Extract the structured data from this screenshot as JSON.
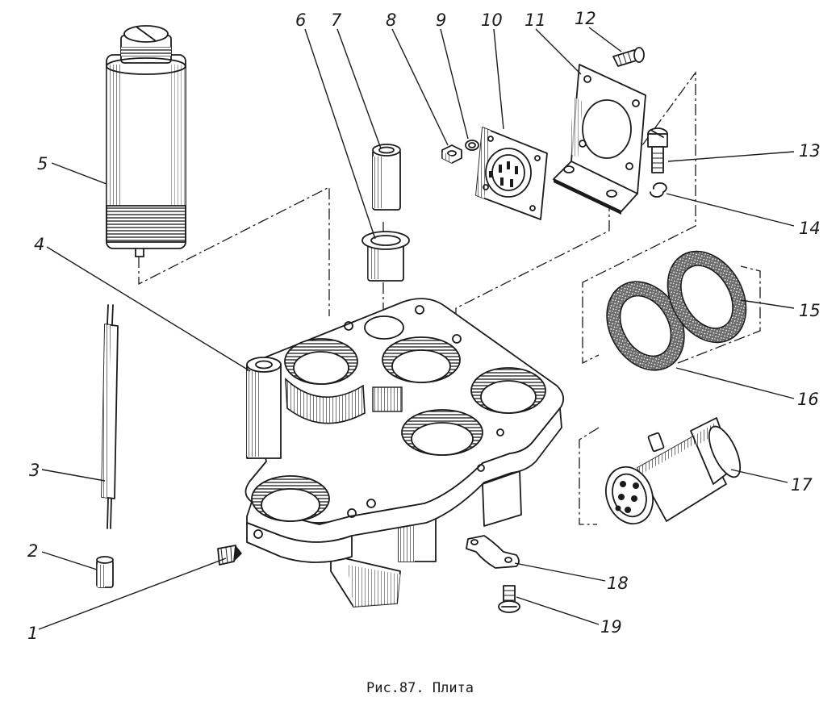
{
  "figure": {
    "caption": "Рис.87. Плита",
    "callouts": [
      {
        "id": "part-1",
        "label": "1"
      },
      {
        "id": "part-2",
        "label": "2"
      },
      {
        "id": "part-3",
        "label": "3"
      },
      {
        "id": "part-4",
        "label": "4"
      },
      {
        "id": "part-5",
        "label": "5"
      },
      {
        "id": "part-6",
        "label": "6"
      },
      {
        "id": "part-7",
        "label": "7"
      },
      {
        "id": "part-8",
        "label": "8"
      },
      {
        "id": "part-9",
        "label": "9"
      },
      {
        "id": "part-10",
        "label": "10"
      },
      {
        "id": "part-11",
        "label": "11"
      },
      {
        "id": "part-12",
        "label": "12"
      },
      {
        "id": "part-13",
        "label": "13"
      },
      {
        "id": "part-14",
        "label": "14"
      },
      {
        "id": "part-15",
        "label": "15"
      },
      {
        "id": "part-16",
        "label": "16"
      },
      {
        "id": "part-17",
        "label": "17"
      },
      {
        "id": "part-18",
        "label": "18"
      },
      {
        "id": "part-19",
        "label": "19"
      }
    ]
  }
}
